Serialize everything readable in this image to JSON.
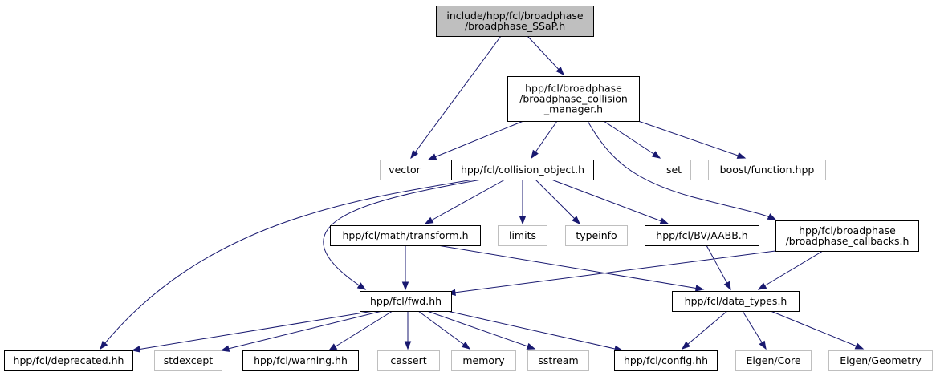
{
  "graph": {
    "edge_color": "#191970",
    "nodes": [
      {
        "id": "root",
        "kind": "root",
        "lines": [
          "include/hpp/fcl/broadphase",
          "/broadphase_SSaP.h"
        ]
      },
      {
        "id": "manager",
        "kind": "local",
        "lines": [
          "hpp/fcl/broadphase",
          "/broadphase_collision",
          "_manager.h"
        ]
      },
      {
        "id": "vector",
        "kind": "external",
        "lines": [
          "vector"
        ]
      },
      {
        "id": "collision_object",
        "kind": "local",
        "lines": [
          "hpp/fcl/collision_object.h"
        ]
      },
      {
        "id": "set",
        "kind": "external",
        "lines": [
          "set"
        ]
      },
      {
        "id": "boost_function",
        "kind": "external",
        "lines": [
          "boost/function.hpp"
        ]
      },
      {
        "id": "transform",
        "kind": "local",
        "lines": [
          "hpp/fcl/math/transform.h"
        ]
      },
      {
        "id": "limits",
        "kind": "external",
        "lines": [
          "limits"
        ]
      },
      {
        "id": "typeinfo",
        "kind": "external",
        "lines": [
          "typeinfo"
        ]
      },
      {
        "id": "aabb",
        "kind": "local",
        "lines": [
          "hpp/fcl/BV/AABB.h"
        ]
      },
      {
        "id": "callbacks",
        "kind": "local",
        "lines": [
          "hpp/fcl/broadphase",
          "/broadphase_callbacks.h"
        ]
      },
      {
        "id": "fwd",
        "kind": "local",
        "lines": [
          "hpp/fcl/fwd.hh"
        ]
      },
      {
        "id": "data_types",
        "kind": "local",
        "lines": [
          "hpp/fcl/data_types.h"
        ]
      },
      {
        "id": "deprecated",
        "kind": "local",
        "lines": [
          "hpp/fcl/deprecated.hh"
        ]
      },
      {
        "id": "stdexcept",
        "kind": "external",
        "lines": [
          "stdexcept"
        ]
      },
      {
        "id": "warning",
        "kind": "local",
        "lines": [
          "hpp/fcl/warning.hh"
        ]
      },
      {
        "id": "cassert",
        "kind": "external",
        "lines": [
          "cassert"
        ]
      },
      {
        "id": "memory",
        "kind": "external",
        "lines": [
          "memory"
        ]
      },
      {
        "id": "sstream",
        "kind": "external",
        "lines": [
          "sstream"
        ]
      },
      {
        "id": "config",
        "kind": "local",
        "lines": [
          "hpp/fcl/config.hh"
        ]
      },
      {
        "id": "eigen_core",
        "kind": "external",
        "lines": [
          "Eigen/Core"
        ]
      },
      {
        "id": "eigen_geometry",
        "kind": "external",
        "lines": [
          "Eigen/Geometry"
        ]
      }
    ],
    "edges": [
      {
        "from": "root",
        "to": "vector"
      },
      {
        "from": "root",
        "to": "manager"
      },
      {
        "from": "manager",
        "to": "vector"
      },
      {
        "from": "manager",
        "to": "collision_object"
      },
      {
        "from": "manager",
        "to": "set"
      },
      {
        "from": "manager",
        "to": "boost_function"
      },
      {
        "from": "manager",
        "to": "callbacks"
      },
      {
        "from": "collision_object",
        "to": "deprecated"
      },
      {
        "from": "collision_object",
        "to": "fwd"
      },
      {
        "from": "collision_object",
        "to": "transform"
      },
      {
        "from": "collision_object",
        "to": "limits"
      },
      {
        "from": "collision_object",
        "to": "typeinfo"
      },
      {
        "from": "collision_object",
        "to": "aabb"
      },
      {
        "from": "transform",
        "to": "fwd"
      },
      {
        "from": "transform",
        "to": "data_types"
      },
      {
        "from": "aabb",
        "to": "data_types"
      },
      {
        "from": "callbacks",
        "to": "fwd"
      },
      {
        "from": "callbacks",
        "to": "data_types"
      },
      {
        "from": "fwd",
        "to": "deprecated"
      },
      {
        "from": "fwd",
        "to": "stdexcept"
      },
      {
        "from": "fwd",
        "to": "warning"
      },
      {
        "from": "fwd",
        "to": "cassert"
      },
      {
        "from": "fwd",
        "to": "memory"
      },
      {
        "from": "fwd",
        "to": "sstream"
      },
      {
        "from": "fwd",
        "to": "config"
      },
      {
        "from": "data_types",
        "to": "config"
      },
      {
        "from": "data_types",
        "to": "eigen_core"
      },
      {
        "from": "data_types",
        "to": "eigen_geometry"
      }
    ]
  }
}
